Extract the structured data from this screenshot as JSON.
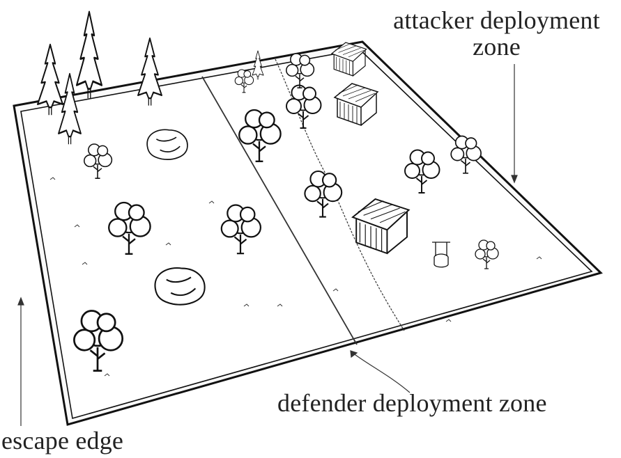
{
  "labels": {
    "attacker_line1": "attacker deployment",
    "attacker_line2": "zone",
    "defender": "defender deployment zone",
    "escape": "escape edge"
  },
  "colors": {
    "ink": "#222222",
    "paper": "#ffffff"
  },
  "icons": [
    "conifer-tree-icon",
    "deciduous-tree-icon",
    "hut-icon",
    "rock-icon",
    "well-icon"
  ]
}
